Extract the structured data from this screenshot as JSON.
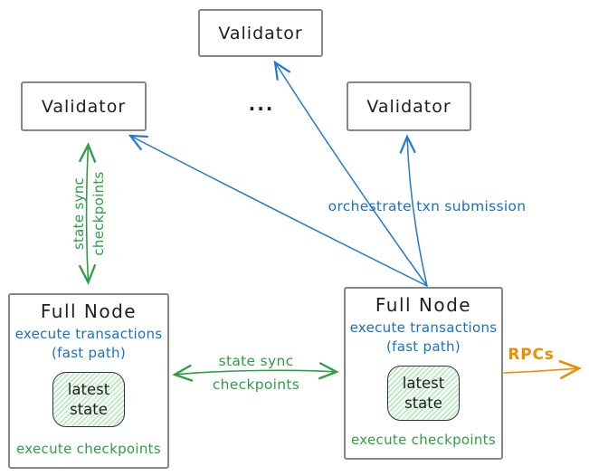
{
  "validators": {
    "top": {
      "label": "Validator"
    },
    "left": {
      "label": "Validator"
    },
    "right": {
      "label": "Validator"
    }
  },
  "ellipsis": "...",
  "full_nodes": {
    "left": {
      "title": "Full Node",
      "exec_line1": "execute transactions",
      "exec_line2": "(fast path)",
      "state_line1": "latest",
      "state_line2": "state",
      "footer": "execute checkpoints"
    },
    "right": {
      "title": "Full Node",
      "exec_line1": "execute transactions",
      "exec_line2": "(fast path)",
      "state_line1": "latest",
      "state_line2": "state",
      "footer": "execute checkpoints"
    }
  },
  "arrow_labels": {
    "left_state_sync": {
      "line1": "state sync",
      "line2": "checkpoints"
    },
    "mid_state_sync": {
      "line1": "state sync",
      "line2": "checkpoints"
    },
    "orchestrate": {
      "label": "orchestrate txn submission"
    },
    "rpcs": {
      "label": "RPCs"
    }
  },
  "colors": {
    "blue": "#1971c2",
    "green": "#2f9e44",
    "orange": "#f08c00",
    "box_border": "#868686",
    "text": "#1e1e1e",
    "state_fill": "#f2faf3"
  }
}
